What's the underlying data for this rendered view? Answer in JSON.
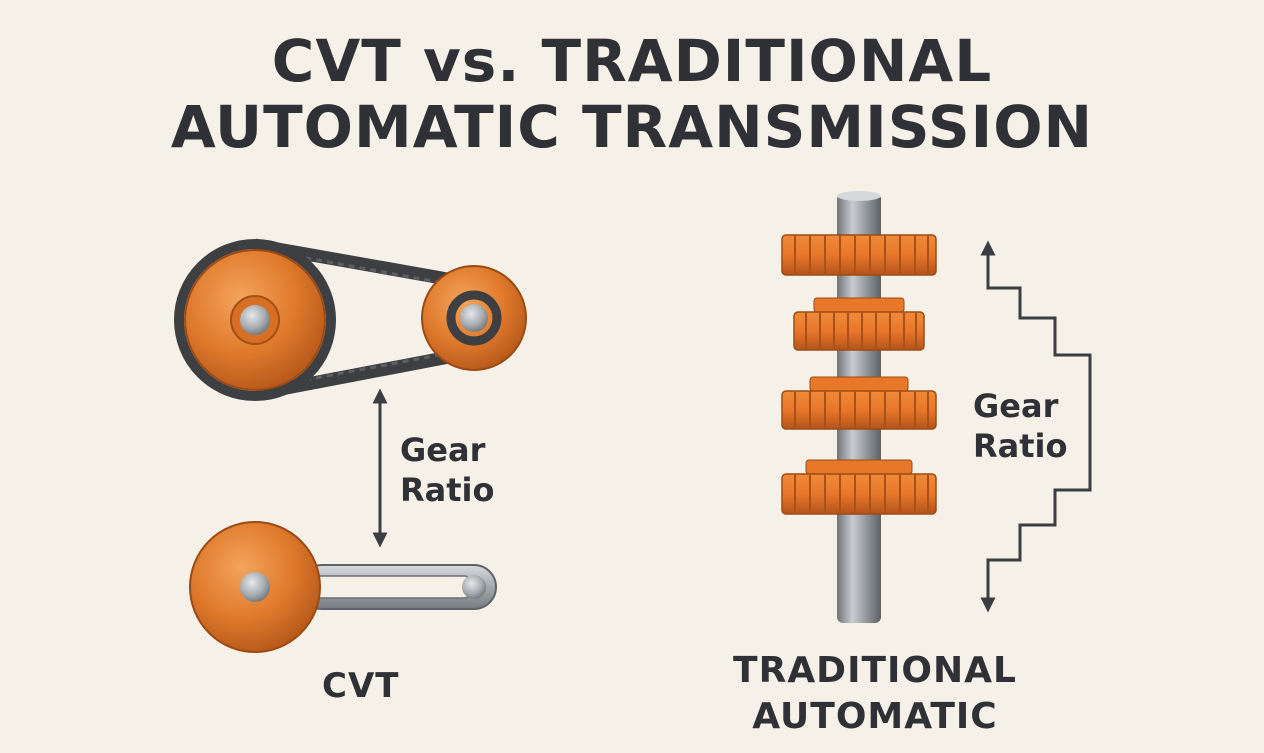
{
  "title": {
    "line1": "CVT vs. TRADITIONAL",
    "line2": "AUTOMATIC TRANSMISSION"
  },
  "cvt": {
    "gear_label_line1": "Gear",
    "gear_label_line2": "Ratio",
    "caption": "CVT"
  },
  "traditional": {
    "gear_label_line1": "Gear",
    "gear_label_line2": "Ratio",
    "caption_line1": "TRADITIONAL",
    "caption_line2": "AUTOMATIC"
  },
  "colors": {
    "background": "#f6f1e8",
    "copper": "#e07a2c",
    "text": "#2f3136",
    "steel": "#9ea3a8"
  }
}
